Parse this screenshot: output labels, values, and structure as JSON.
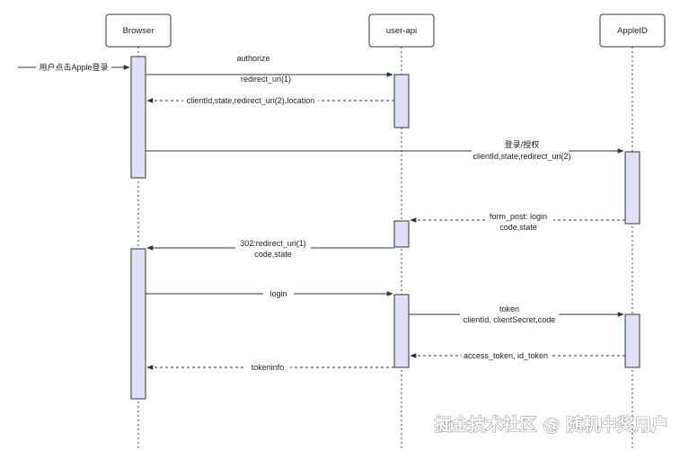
{
  "participants": [
    {
      "id": "browser",
      "label": "Browser"
    },
    {
      "id": "userapi",
      "label": "user-api"
    },
    {
      "id": "appleid",
      "label": "AppleID"
    }
  ],
  "colors": {
    "activation_fill": "#dde0f6",
    "stroke": "#333333",
    "head_fill": "#ffffff"
  },
  "messages": [
    {
      "id": "m0",
      "lines": [
        "用户点击Apple登录"
      ],
      "style": "solid"
    },
    {
      "id": "m1",
      "lines": [
        "authorize",
        "redirect_uri(1)"
      ],
      "style": "solid"
    },
    {
      "id": "m2",
      "lines": [
        "clientId,state,redirect_uri(2),location"
      ],
      "style": "dashed"
    },
    {
      "id": "m3",
      "lines": [
        "登录/授权",
        "clientId,state,redirect_uri(2)"
      ],
      "style": "solid"
    },
    {
      "id": "m4",
      "lines": [
        "form_post: login",
        "code,state"
      ],
      "style": "dashed"
    },
    {
      "id": "m5",
      "lines": [
        "302:redirect_uri(1)",
        "code,state"
      ],
      "style": "solid"
    },
    {
      "id": "m6",
      "lines": [
        "login"
      ],
      "style": "solid"
    },
    {
      "id": "m7",
      "lines": [
        "token",
        "clientId, clientSecret,code"
      ],
      "style": "solid"
    },
    {
      "id": "m8",
      "lines": [
        "access_token, id_token"
      ],
      "style": "dashed"
    },
    {
      "id": "m9",
      "lines": [
        "tokeninfo"
      ],
      "style": "dashed"
    }
  ],
  "watermark": "掘金技术社区 @ 随机中奖用户"
}
